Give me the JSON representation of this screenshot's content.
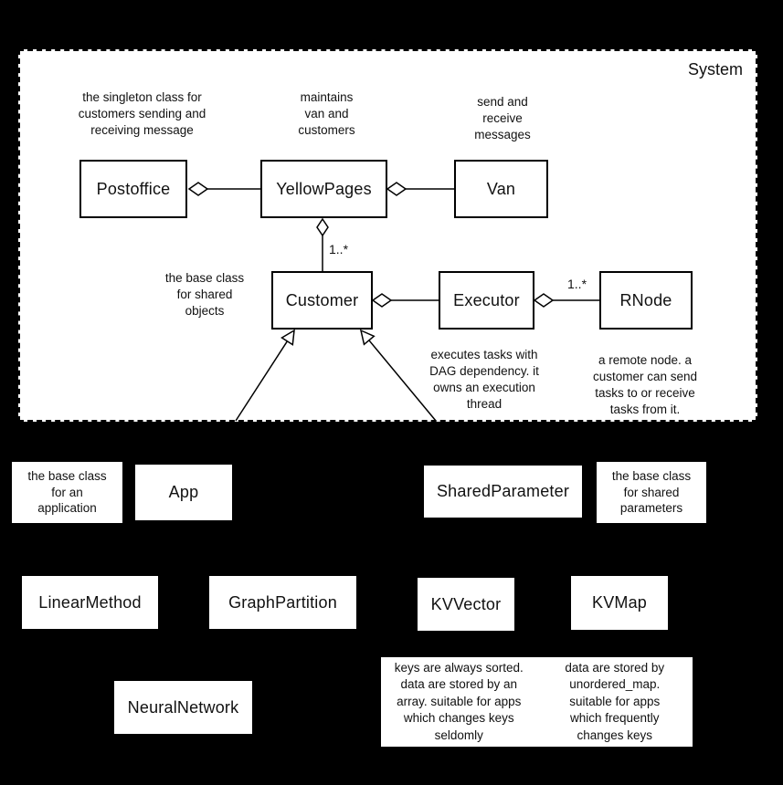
{
  "system": {
    "label": "System"
  },
  "classes": {
    "postoffice": "Postoffice",
    "yellowpages": "YellowPages",
    "van": "Van",
    "customer": "Customer",
    "executor": "Executor",
    "rnode": "RNode",
    "app": "App",
    "sharedparameter": "SharedParameter",
    "linearmethod": "LinearMethod",
    "graphpartition": "GraphPartition",
    "kvvector": "KVVector",
    "kvmap": "KVMap",
    "neuralnetwork": "NeuralNetwork"
  },
  "notes": {
    "postoffice": "the singleton class for\ncustomers sending and\nreceiving message",
    "yellowpages": "maintains\nvan and\ncustomers",
    "van": "send and\nreceive\nmessages",
    "customer": "the base class\nfor shared\nobjects",
    "executor": "executes tasks with\nDAG dependency. it\nowns an execution\nthread",
    "rnode": "a remote node. a\ncustomer can send\ntasks to or receive\ntasks from it.",
    "app": "the base class\nfor an\napplication",
    "sharedparameter": "the base class\nfor shared\nparameters",
    "kvvector": "keys are always sorted.\ndata are stored by an\narray. suitable for apps\nwhich changes keys\nseldomly",
    "kvmap": "data are stored by\nunordered_map.\nsuitable for apps\nwhich frequently\nchanges keys"
  },
  "multiplicity": {
    "yellowpages_customer": "1..*",
    "executor_rnode": "1..*"
  },
  "colors": {
    "background": "#000000",
    "surface": "#ffffff",
    "line": "#000000"
  }
}
